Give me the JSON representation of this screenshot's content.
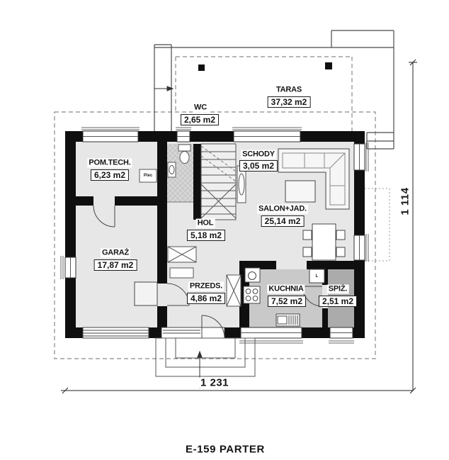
{
  "title": "E-159 PARTER",
  "rooms": [
    {
      "id": "taras",
      "name": "TARAS",
      "area": "37,32 m2"
    },
    {
      "id": "wc",
      "name": "WC",
      "area": "2,65 m2"
    },
    {
      "id": "pomtech",
      "name": "POM.TECH.",
      "area": "6,23 m2"
    },
    {
      "id": "schody",
      "name": "SCHODY",
      "area": "3,05 m2"
    },
    {
      "id": "salon",
      "name": "SALON+JAD.",
      "area": "25,14 m2"
    },
    {
      "id": "hol",
      "name": "HOL",
      "area": "5,18 m2"
    },
    {
      "id": "garaz",
      "name": "GARAŻ",
      "area": "17,87 m2"
    },
    {
      "id": "przeds",
      "name": "PRZEDS.",
      "area": "4,86 m2"
    },
    {
      "id": "kuchnia",
      "name": "KUCHNIA",
      "area": "7,52 m2"
    },
    {
      "id": "spiz",
      "name": "SPIŻ.",
      "area": "2,51 m2"
    }
  ],
  "dimensions": {
    "width": "1 231",
    "height": "1 114"
  },
  "equipment": {
    "furnace": "Piec",
    "fridge": "L"
  },
  "colors": {
    "wall": "#0f0f0f",
    "floor": "#e7e7e7",
    "kitchen_floor": "#c9c9c9",
    "pantry_floor": "#ababab",
    "wc_floor": "#d6d6d6",
    "line": "#3a3a3a",
    "dashed": "#8a8a8a"
  }
}
